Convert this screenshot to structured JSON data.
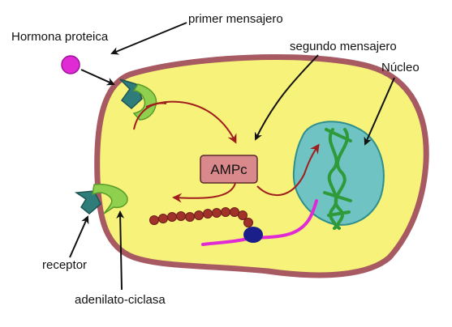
{
  "labels": {
    "hormone": "Hormona proteica",
    "first_messenger": "primer mensajero",
    "second_messenger": "segundo mensajero",
    "nucleus": "Núcleo",
    "camp": "AMPc",
    "receptor": "receptor",
    "adenylate": "adenilato-ciclasa"
  },
  "colors": {
    "cell_fill": "#f7f27a",
    "cell_border": "#a85a63",
    "nucleus_fill": "#6fc3c2",
    "dna": "#2e9a3a",
    "receptor": "#2f7d7b",
    "enzyme": "#8fd14f",
    "camp_box": "#d9898c",
    "hormone": "#e02ad6",
    "protein_chain": "#a0322a",
    "mrna": "#e02ad6",
    "ribosome": "#1b1f8a",
    "pathway_arrow": "#a01e1e",
    "label_arrow": "#111111"
  }
}
